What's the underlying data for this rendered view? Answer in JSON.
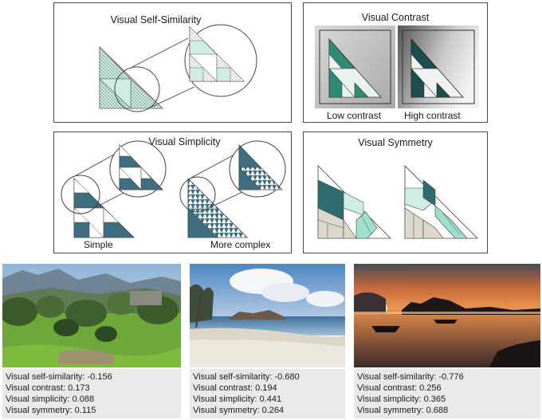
{
  "panels": {
    "self_similarity": {
      "title": "Visual Self-Similarity"
    },
    "contrast": {
      "title": "Visual Contrast",
      "low_label": "Low contrast",
      "high_label": "High contrast"
    },
    "simplicity": {
      "title": "Visual Simplicity",
      "simple_label": "Simple",
      "complex_label": "More complex"
    },
    "symmetry": {
      "title": "Visual Symmetry"
    }
  },
  "colors": {
    "teal_light": "#cfeee2",
    "teal_medium": "#2f8a76",
    "teal_dark": "#1e5a60",
    "slate_blue": "#3e6e80",
    "aqua": "#9ee0cf",
    "beige": "#ddd8cc",
    "frame": "#4a4a4a"
  },
  "photos": [
    {
      "scene": "green-hillside-with-olive-trees",
      "metrics": [
        {
          "label": "Visual self-similarity:",
          "value": "-0.156"
        },
        {
          "label": "Visual contrast:",
          "value": "0.173"
        },
        {
          "label": "Visual simplicity:",
          "value": "0.088"
        },
        {
          "label": "Visual symmetry:",
          "value": "0.115"
        }
      ]
    },
    {
      "scene": "beach-with-rocky-islet",
      "metrics": [
        {
          "label": "Visual self-similarity:",
          "value": "-0.680"
        },
        {
          "label": "Visual contrast:",
          "value": "0.194"
        },
        {
          "label": "Visual simplicity:",
          "value": "0.441"
        },
        {
          "label": "Visual symmetry:",
          "value": "0.264"
        }
      ]
    },
    {
      "scene": "sunset-over-bay-with-boats",
      "metrics": [
        {
          "label": "Visual self-similarity:",
          "value": "-0.776"
        },
        {
          "label": "Visual contrast:",
          "value": "0.256"
        },
        {
          "label": "Visual simplicity:",
          "value": "0.365"
        },
        {
          "label": "Visual symmetry:",
          "value": "0.688"
        }
      ]
    }
  ]
}
